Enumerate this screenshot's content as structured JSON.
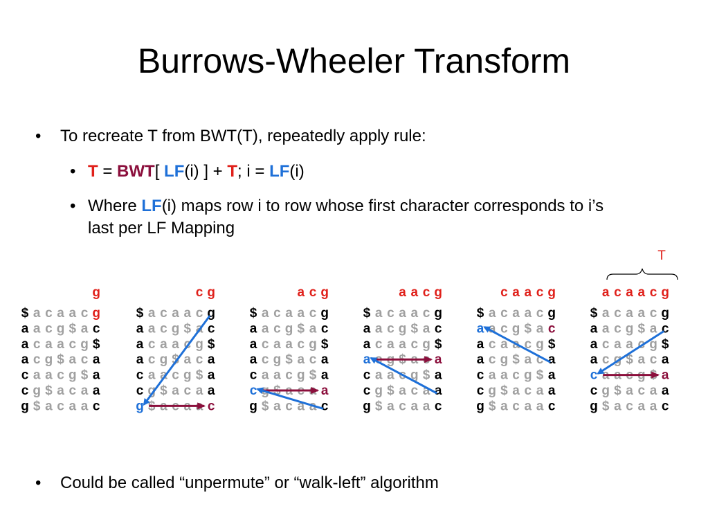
{
  "title": "Burrows-Wheeler Transform",
  "bullets": {
    "b1": "To recreate T from BWT(T), repeatedly apply rule:",
    "b2": {
      "t": "T",
      "eq": " = ",
      "bwt": "BWT",
      "open": "[ ",
      "lf": "LF",
      "i_close": "(i) ] + ",
      "t2": "T",
      "semi": "; i = ",
      "lf2": "LF",
      "i_end": "(i)"
    },
    "b3": {
      "where": "Where ",
      "lf": "LF",
      "rest": "(i) maps row i to row whose first character corresponds to i’s last per LF Mapping"
    },
    "b4": "Could be called “unpermute” or “walk-left” algorithm"
  },
  "t_label": "T",
  "matrix_rows": [
    "$acaacg",
    "aacg$ac",
    "acaacg$",
    "acg$aca",
    "caacg$a",
    "cg$acaa",
    "g$acaac"
  ],
  "steps": [
    {
      "recovered": "g",
      "first_row": "g",
      "blue_first": null,
      "red_last": [
        0
      ],
      "arrows": [],
      "lf_arrow": null
    },
    {
      "recovered": "cg",
      "first_row": "g",
      "blue_first": 6,
      "red_last": [
        6
      ],
      "arrows": [
        {
          "row": 6,
          "color": "maroon"
        }
      ],
      "lf_arrow": {
        "from_row": 0,
        "to_row": 6
      }
    },
    {
      "recovered": "acg",
      "first_row": "g",
      "blue_first": 5,
      "red_last": [
        5
      ],
      "arrows": [
        {
          "row": 5,
          "color": "maroon"
        }
      ],
      "lf_arrow": {
        "from_row": 6,
        "to_row": 5
      }
    },
    {
      "recovered": "aacg",
      "first_row": "g",
      "blue_first": 3,
      "red_last": [
        3
      ],
      "arrows": [
        {
          "row": 3,
          "color": "maroon"
        }
      ],
      "lf_arrow": {
        "from_row": 5,
        "to_row": 3
      }
    },
    {
      "recovered": "caacg",
      "first_row": "g",
      "blue_first": 1,
      "red_last": [
        1
      ],
      "arrows": [],
      "lf_arrow": {
        "from_row": 3,
        "to_row": 1
      }
    },
    {
      "recovered": "acaacg",
      "first_row": "g",
      "blue_first": 4,
      "red_last": [
        4
      ],
      "arrows": [
        {
          "row": 4,
          "color": "maroon"
        }
      ],
      "lf_arrow": {
        "from_row": 1,
        "to_row": 4
      }
    }
  ],
  "colors": {
    "red": "#e0211b",
    "maroon": "#8b0f3c",
    "blue": "#1e70d8",
    "gray": "#a0a0a0",
    "black": "#000000"
  }
}
